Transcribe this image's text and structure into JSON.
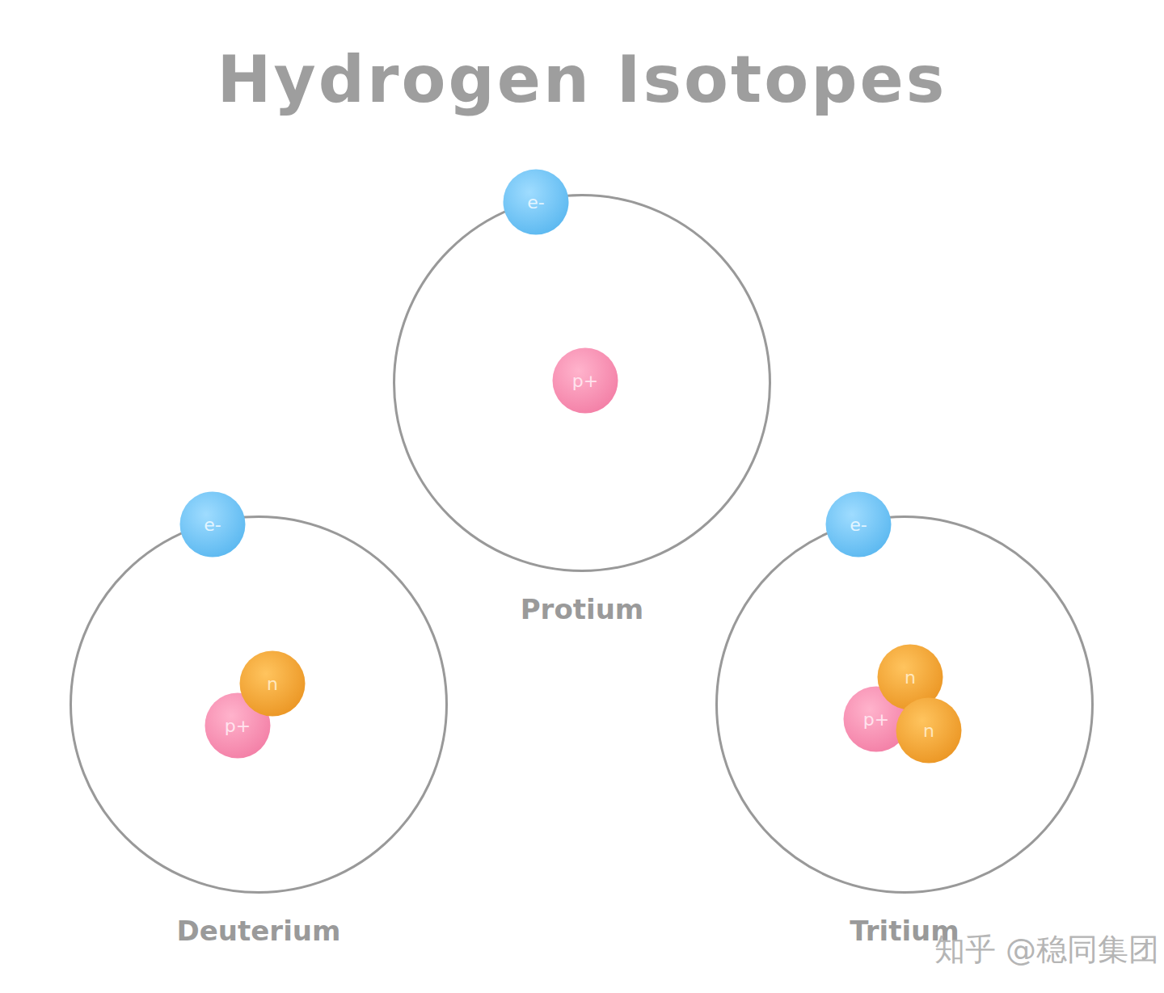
{
  "diagram": {
    "title": "Hydrogen Isotopes",
    "nodes": [
      {
        "text": [
          "Protium"
        ]
      },
      {
        "text": [
          "e-"
        ],
        "in": 0
      },
      {
        "text": [
          "p+"
        ],
        "in": 0
      },
      {
        "text": [
          "Deuterium"
        ]
      },
      {
        "text": [
          "e-"
        ],
        "in": 3
      },
      {
        "text": [
          "n"
        ],
        "in": 3
      },
      {
        "text": [
          "p+"
        ],
        "in": 3
      },
      {
        "text": [
          "Tritium"
        ]
      },
      {
        "text": [
          "e-"
        ],
        "in": 7
      },
      {
        "text": [
          "n"
        ],
        "in": 7
      },
      {
        "text": [
          "p+"
        ],
        "in": 7
      },
      {
        "text": [
          "n"
        ],
        "in": 7
      }
    ],
    "labels": [
      "知乎 @稳同集团"
    ]
  }
}
